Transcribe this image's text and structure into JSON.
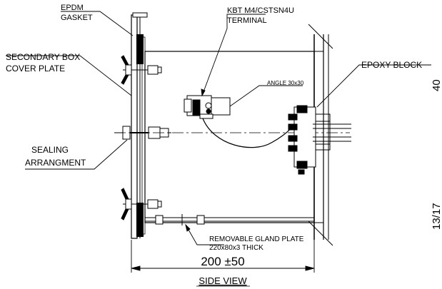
{
  "labels": {
    "epdm_1": "EPDM",
    "epdm_2": "GASKET",
    "terminal_1": "KBT M4/CSTSN4U",
    "terminal_2": "TERMINAL",
    "cover_1": "SECONDARY  BOX",
    "cover_2": "COVER PLATE",
    "epoxy": "EPOXY BLOCK",
    "angle": "ANGLE 30x30",
    "sealing_1": "SEALING",
    "sealing_2": "ARRANGMENT",
    "gland_1": "REMOVABLE GLAND PLATE",
    "gland_2": "220x80x3 THICK",
    "dimension": "200 ±50",
    "side_view": "SIDE VIEW",
    "edge_1": "13/17",
    "edge_2": "40"
  },
  "colors": {
    "line": "#000000",
    "background": "#ffffff",
    "gasket_hatch": "#000000"
  }
}
